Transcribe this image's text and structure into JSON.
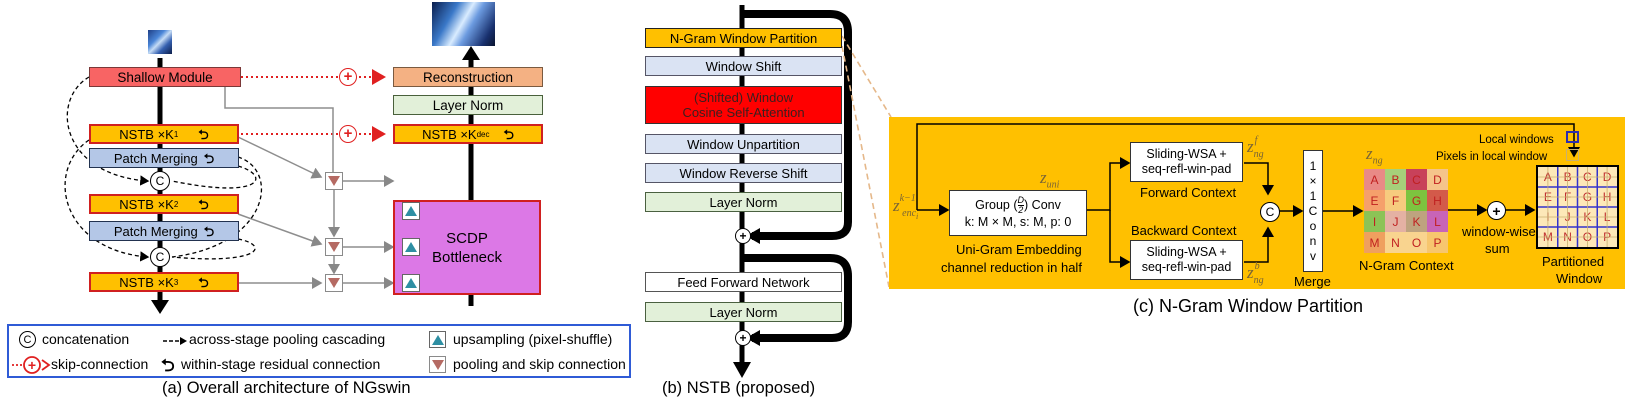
{
  "panel_a": {
    "shallow": "Shallow Module",
    "nstb1": "NSTB ×K",
    "nstb1_sub": "1",
    "patch1": "Patch Merging",
    "nstb2": "NSTB ×K",
    "nstb2_sub": "2",
    "patch2": "Patch Merging",
    "nstb3": "NSTB ×K",
    "nstb3_sub": "3",
    "reconstruction": "Reconstruction",
    "layernorm": "Layer Norm",
    "nstbdec": "NSTB ×K",
    "nstbdec_sub": "dec",
    "scdp_line1": "SCDP",
    "scdp_line2": "Bottleneck",
    "concat_symbol": "C",
    "caption": "(a) Overall architecture of NGswin",
    "legend": {
      "concat_symbol": "C",
      "concat": "concatenation",
      "pool_cascade": "across-stage pooling cascading",
      "upsampling": "upsampling (pixel-shuffle)",
      "skip": "skip-connection",
      "residual": "within-stage residual connection",
      "pooling_skip": "pooling and skip connection"
    }
  },
  "panel_b": {
    "ngwp": "N-Gram Window Partition",
    "shift": "Window Shift",
    "attn_line1": "(Shifted) Window",
    "attn_line2": "Cosine Self-Attention",
    "unpartition": "Window Unpartition",
    "reverse": "Window Reverse Shift",
    "ln1": "Layer Norm",
    "ffn": "Feed Forward Network",
    "ln2": "Layer Norm",
    "caption": "(b) NSTB (proposed)"
  },
  "panel_c": {
    "input_label": "z",
    "input_sub": "enc",
    "input_sub2": "i",
    "input_sup": "k−1",
    "group_line1": "Group (",
    "group_frac_num": "D",
    "group_frac_den": "2",
    "group_line1_end": ") Conv",
    "group_line2": "k: M × M, s: M, p: 0",
    "uni_label1": "Uni-Gram Embedding",
    "uni_label2": "channel reduction in half",
    "zuni": "z",
    "zuni_sub": "uni",
    "fwd_line1": "Sliding-WSA +",
    "fwd_line2": "seq-refl-win-pad",
    "fwd_label": "Forward Context",
    "zf": "z",
    "zf_sub": "ng",
    "zf_sup": "f",
    "bwd_line1": "Sliding-WSA +",
    "bwd_line2": "seq-refl-win-pad",
    "bwd_label": "Backward Context",
    "zb": "z",
    "zb_sub": "ng",
    "zb_sup": "b",
    "concat_symbol": "C",
    "conv_chars": [
      "1",
      "×",
      "1",
      "C",
      "o",
      "n",
      "v"
    ],
    "merge": "Merge",
    "zng": "z",
    "zng_sub": "ng",
    "ngram_context": "N-Gram Context",
    "window_sum1": "window-wise",
    "window_sum2": "sum",
    "local_windows": "Local windows",
    "pixels_local": "Pixels in local window",
    "partitioned1": "Partitioned",
    "partitioned2": "Window",
    "letters": [
      "A",
      "B",
      "C",
      "D",
      "E",
      "F",
      "G",
      "H",
      "I",
      "J",
      "K",
      "L",
      "M",
      "N",
      "O",
      "P"
    ],
    "caption": "(c) N-Gram Window Partition"
  },
  "colors": {
    "shallow": "#f86464",
    "nstb": "#ffc000",
    "patch": "#b4c7e7",
    "recon": "#f4b183",
    "layernorm": "#e2f0d9",
    "scdp": "#dc78e6",
    "attn": "#ff0000",
    "lightblue": "#dae3f3",
    "panel_c_bg": "#ffc000",
    "ngram_cells": [
      "#e98a86",
      "#a6d07a",
      "#c8415a",
      "#f5c48b",
      "#f5a06b",
      "#f7cb7e",
      "#7dc43f",
      "#d35a4a",
      "#8cc356",
      "#e4b1a3",
      "#bea37f",
      "#c864b7",
      "#efa05f",
      "#f9d48f",
      "#f9d48f",
      "#f7c66e"
    ]
  }
}
